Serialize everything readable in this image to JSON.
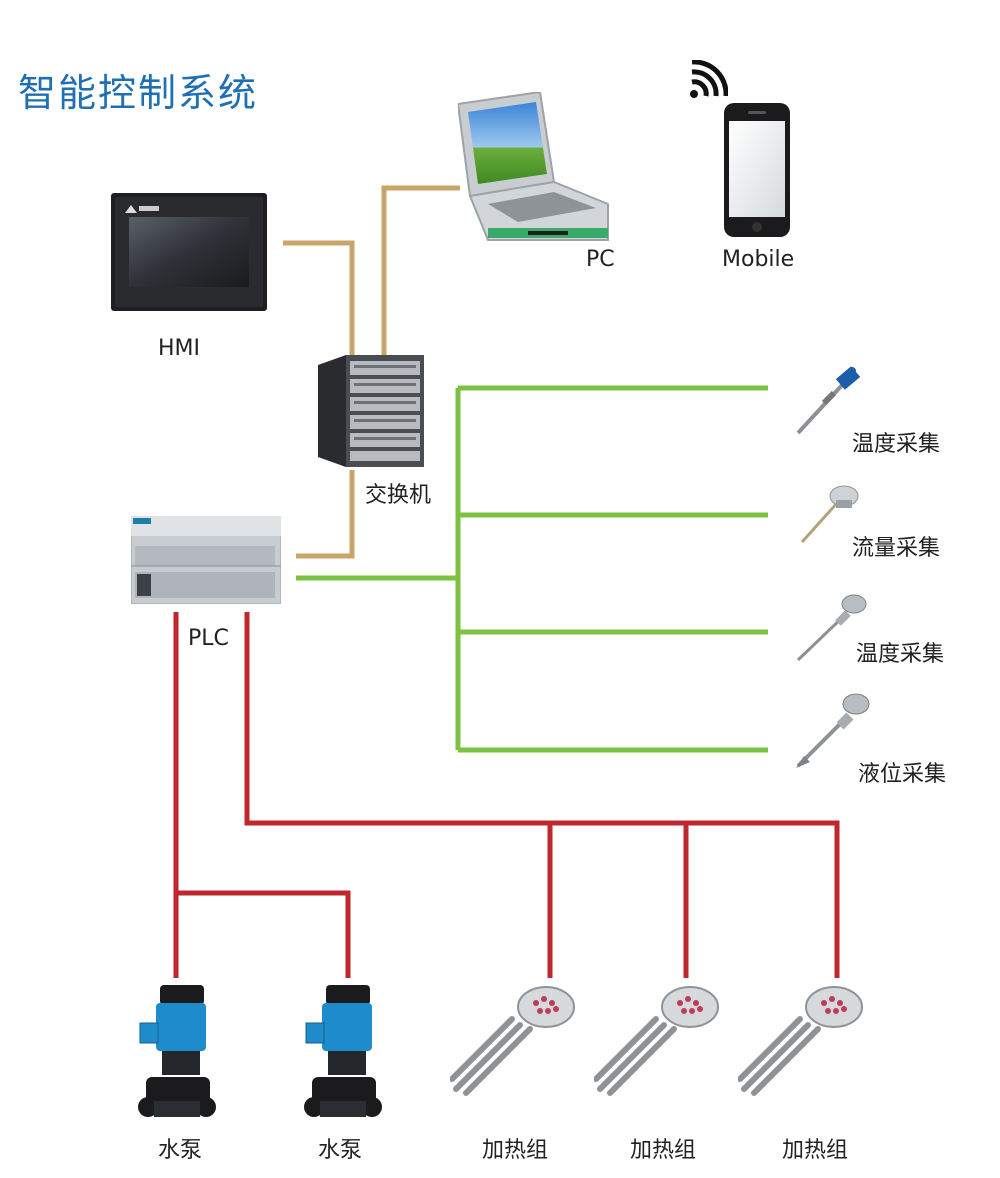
{
  "title": "智能控制系统",
  "devices": {
    "hmi": "HMI",
    "pc": "PC",
    "mobile": "Mobile",
    "switch": "交换机",
    "plc": "PLC"
  },
  "sensors": [
    "温度采集",
    "流量采集",
    "温度采集",
    "液位采集"
  ],
  "pumps": [
    "水泵",
    "水泵"
  ],
  "heaters": [
    "加热组",
    "加热组",
    "加热组"
  ],
  "colors": {
    "title": "#1f6fb5",
    "ethernet": "#c9a56a",
    "sensor_bus": "#7cc242",
    "power": "#c0272d"
  },
  "icons": [
    "hmi-screen-icon",
    "laptop-pc-icon",
    "smartphone-icon",
    "wifi-icon",
    "network-switch-icon",
    "plc-icon",
    "thermocouple-icon",
    "flow-sensor-icon",
    "level-sensor-icon",
    "water-pump-icon",
    "immersion-heater-icon"
  ]
}
